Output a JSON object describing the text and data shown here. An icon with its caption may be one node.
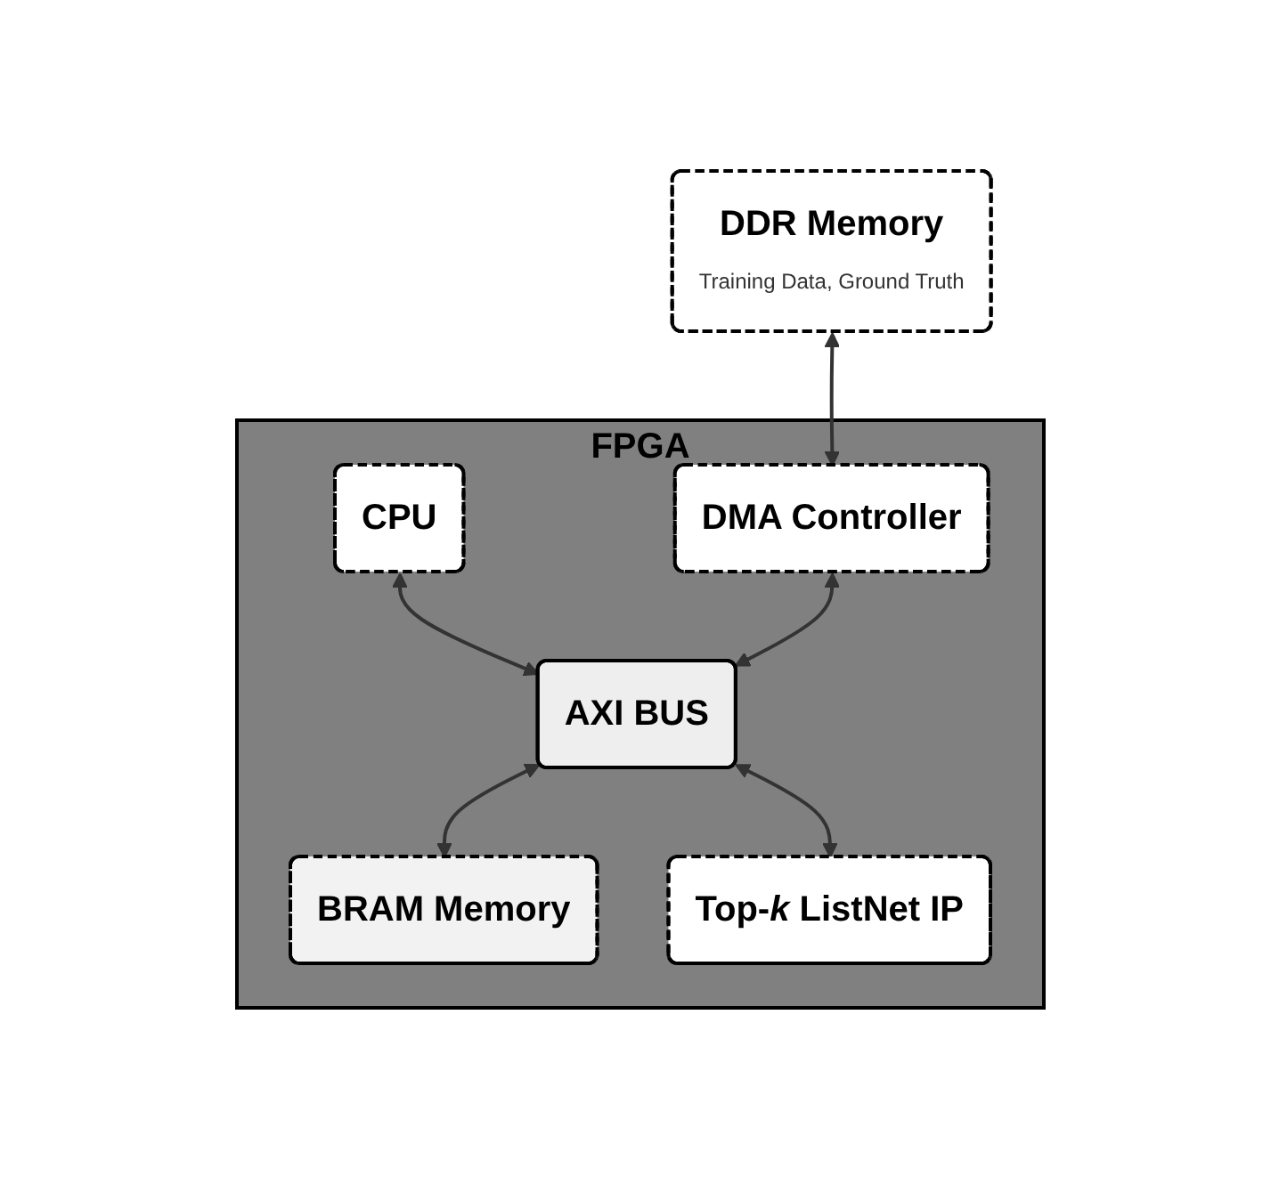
{
  "diagram": {
    "nodes": [
      {
        "text": [
          "DDR Memory",
          "Training Data, Ground Truth"
        ]
      },
      {
        "text": [
          "FPGA"
        ]
      },
      {
        "text": [
          "CPU"
        ],
        "in": 1
      },
      {
        "text": [
          "DMA Controller"
        ],
        "in": 1
      },
      {
        "text": [
          "AXI BUS"
        ],
        "in": 1
      },
      {
        "text": [
          "BRAM Memory"
        ],
        "in": 1
      },
      {
        "text": [
          "Top-*k* ListNet IP"
        ],
        "in": 1
      }
    ],
    "edges": [
      {
        "from": 0,
        "to": 3,
        "arrow": "both"
      },
      {
        "from": 2,
        "to": 4,
        "arrow": "both"
      },
      {
        "from": 3,
        "to": 4,
        "arrow": "both"
      },
      {
        "from": 4,
        "to": 5,
        "arrow": "both"
      },
      {
        "from": 4,
        "to": 6,
        "arrow": "both"
      }
    ]
  }
}
